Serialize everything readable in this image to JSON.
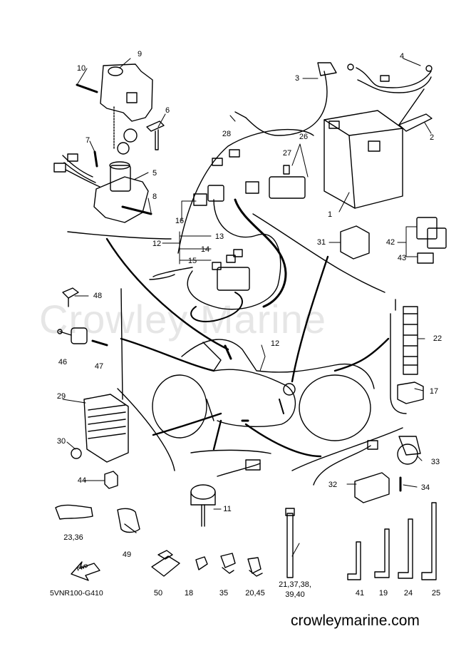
{
  "watermark": "Crowley Marine",
  "website": "crowleymarine.com",
  "diagram_code": "5VNR100-G410",
  "fwd_arrow_label": "FWD",
  "part_labels": {
    "p1": "1",
    "p2": "2",
    "p3": "3",
    "p4": "4",
    "p5": "5",
    "p6": "6",
    "p7": "7",
    "p8": "8",
    "p9": "9",
    "p10": "10",
    "p11": "11",
    "p12a": "12",
    "p12b": "12",
    "p13": "13",
    "p14": "14",
    "p15": "15",
    "p16": "16",
    "p17": "17",
    "p18": "18",
    "p19": "19",
    "p20_45": "20,45",
    "p21_group_line1": "21,37,38,",
    "p21_group_line2": "39,40",
    "p22": "22",
    "p23_36": "23,36",
    "p24": "24",
    "p25": "25",
    "p26": "26",
    "p27": "27",
    "p28": "28",
    "p29": "29",
    "p30": "30",
    "p31": "31",
    "p32": "32",
    "p33": "33",
    "p34": "34",
    "p35": "35",
    "p41": "41",
    "p42": "42",
    "p43": "43",
    "p44": "44",
    "p46": "46",
    "p47": "47",
    "p48": "48",
    "p49": "49",
    "p50": "50"
  }
}
